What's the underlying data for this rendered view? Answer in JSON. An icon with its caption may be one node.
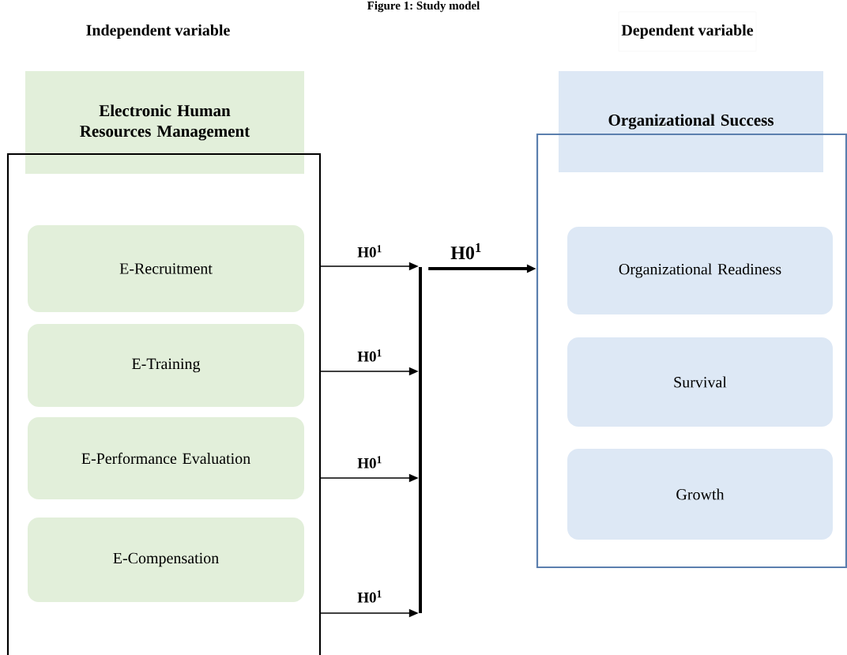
{
  "diagram": {
    "title": "Figure 1: Study model",
    "nodes": [
      {
        "text": [
          "Electronic Human Resources Management"
        ]
      },
      {
        "text": [],
        "shape": "box"
      },
      {
        "text": [
          "E-Recruitment"
        ],
        "in": 1
      },
      {
        "text": [
          "E-Training"
        ],
        "in": 1
      },
      {
        "text": [
          "E-Performance Evaluation"
        ],
        "in": 1
      },
      {
        "text": [
          "E-Compensation"
        ],
        "in": 1
      },
      {
        "text": [],
        "shape": "bar"
      },
      {
        "text": [
          "Organizational Success"
        ]
      },
      {
        "text": [],
        "shape": "box"
      },
      {
        "text": [
          "Organizational Readiness"
        ],
        "in": 8
      },
      {
        "text": [
          "Survival"
        ],
        "in": 8
      },
      {
        "text": [
          "Growth"
        ],
        "in": 8
      }
    ],
    "edges": [
      {
        "from": 1,
        "to": 6,
        "arrow": "to",
        "label": "H0$^{1}$"
      },
      {
        "from": 1,
        "to": 6,
        "arrow": "to",
        "label": "H0$^{1}$"
      },
      {
        "from": 1,
        "to": 6,
        "arrow": "to",
        "label": "H0$^{1}$"
      },
      {
        "from": 1,
        "to": 6,
        "arrow": "to",
        "label": "H0$^{1}$"
      },
      {
        "from": 6,
        "to": 8,
        "arrow": "to",
        "label": "H0$^{1}$",
        "style": "thick"
      }
    ],
    "labels": [
      "Independent variable",
      "Dependent variable"
    ]
  }
}
